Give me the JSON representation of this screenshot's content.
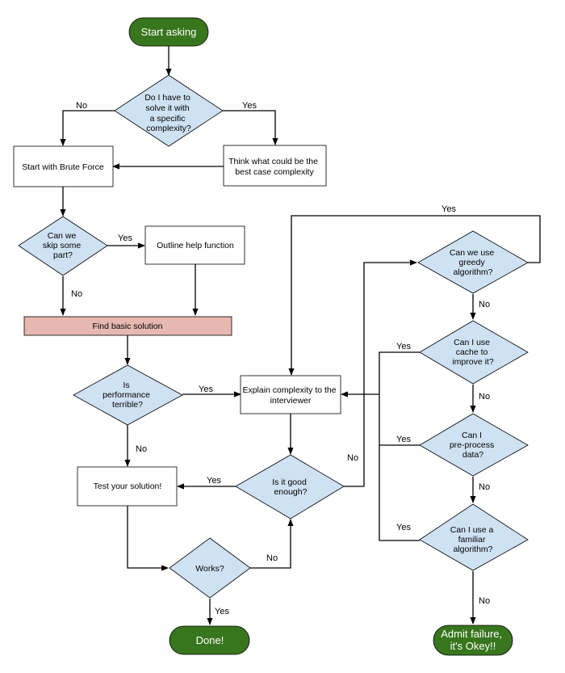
{
  "colors": {
    "terminal_fill": "#38761d",
    "terminal_text": "#ffffff",
    "decision_fill": "#cfe2f3",
    "process_fill": "#ffffff",
    "highlight_fill": "#e6b8af",
    "stroke": "#000000"
  },
  "nodes": {
    "start": {
      "lines": [
        "Start asking"
      ]
    },
    "complexity_q": {
      "lines": [
        "Do I have to",
        "solve it with",
        "a specific",
        "complexity?"
      ]
    },
    "brute_force": {
      "lines": [
        "Start with Brute Force"
      ]
    },
    "best_case": {
      "lines": [
        "Think what could be the",
        "best case complexity"
      ]
    },
    "skip_q": {
      "lines": [
        "Can we",
        "skip some",
        "part?"
      ]
    },
    "outline": {
      "lines": [
        "Outline help function"
      ]
    },
    "find_basic": {
      "lines": [
        "Find basic solution"
      ]
    },
    "perf_q": {
      "lines": [
        "Is",
        "performance",
        "terrible?"
      ]
    },
    "explain": {
      "lines": [
        "Explain complexity to the",
        "interviewer"
      ]
    },
    "test": {
      "lines": [
        "Test your solution!"
      ]
    },
    "good_q": {
      "lines": [
        "Is it good",
        "enough?"
      ]
    },
    "works_q": {
      "lines": [
        "Works?"
      ]
    },
    "done": {
      "lines": [
        "Done!"
      ]
    },
    "greedy_q": {
      "lines": [
        "Can we use",
        "greedy",
        "algorithm?"
      ]
    },
    "cache_q": {
      "lines": [
        "Can I use",
        "cache to",
        "improve it?"
      ]
    },
    "preprocess_q": {
      "lines": [
        "Can I",
        "pre-process",
        "data?"
      ]
    },
    "familiar_q": {
      "lines": [
        "Can I use a",
        "familiar",
        "algorithm?"
      ]
    },
    "admit": {
      "lines": [
        "Admit failure,",
        "it's Okey!!"
      ]
    }
  },
  "edge_labels": {
    "complexity_no": "No",
    "complexity_yes": "Yes",
    "skip_yes": "Yes",
    "skip_no": "No",
    "perf_yes": "Yes",
    "perf_no": "No",
    "good_yes": "Yes",
    "good_no": "No",
    "works_no": "No",
    "works_yes": "Yes",
    "greedy_yes": "Yes",
    "greedy_no": "No",
    "cache_yes": "Yes",
    "cache_no": "No",
    "preprocess_yes": "Yes",
    "preprocess_no": "No",
    "familiar_yes": "Yes",
    "familiar_no": "No"
  }
}
